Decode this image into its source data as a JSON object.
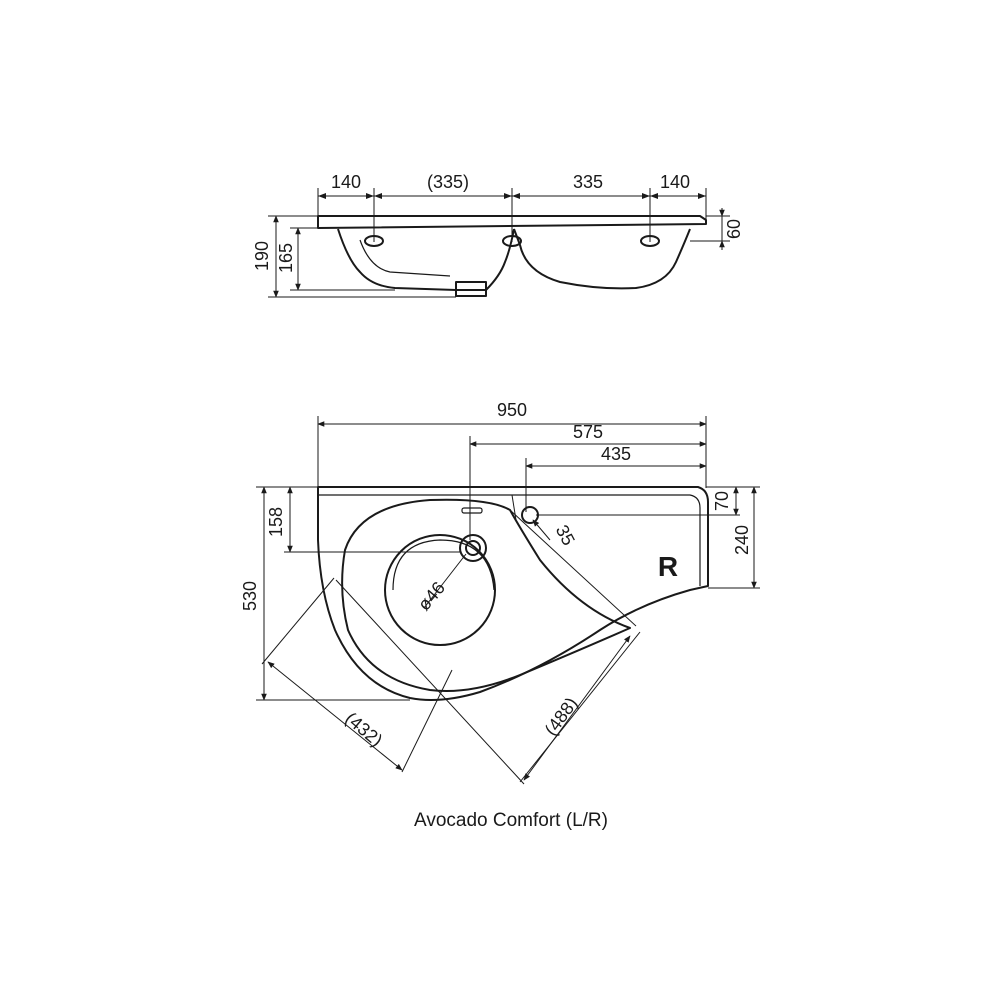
{
  "side_view": {
    "top_dims": [
      "140",
      "(335)",
      "335",
      "140"
    ],
    "left_dims": [
      "190",
      "165"
    ],
    "right_dim": "60"
  },
  "top_view": {
    "width_dims": [
      "950",
      "575",
      "435"
    ],
    "left_dims": [
      "530",
      "158"
    ],
    "right_dims": [
      "70",
      "240"
    ],
    "drain_dim": "ø46",
    "hole_dim": "35",
    "diag_dims": [
      "(432)",
      "(488)"
    ],
    "variant_letter": "R"
  },
  "caption": "Avocado Comfort (L/R)"
}
